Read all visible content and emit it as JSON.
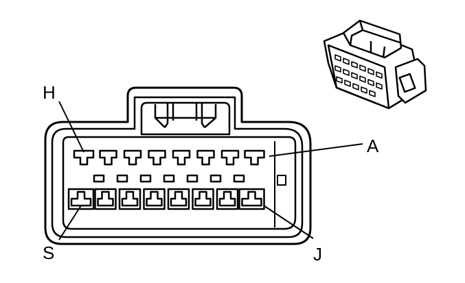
{
  "diagram": {
    "labels": {
      "H": "H",
      "A": "A",
      "S": "S",
      "J": "J"
    },
    "top_row_terminal_count": 8,
    "bottom_row_terminal_count": 8,
    "middle_slot_count": 7,
    "colors": {
      "line": "#000000",
      "background": "#ffffff"
    }
  }
}
